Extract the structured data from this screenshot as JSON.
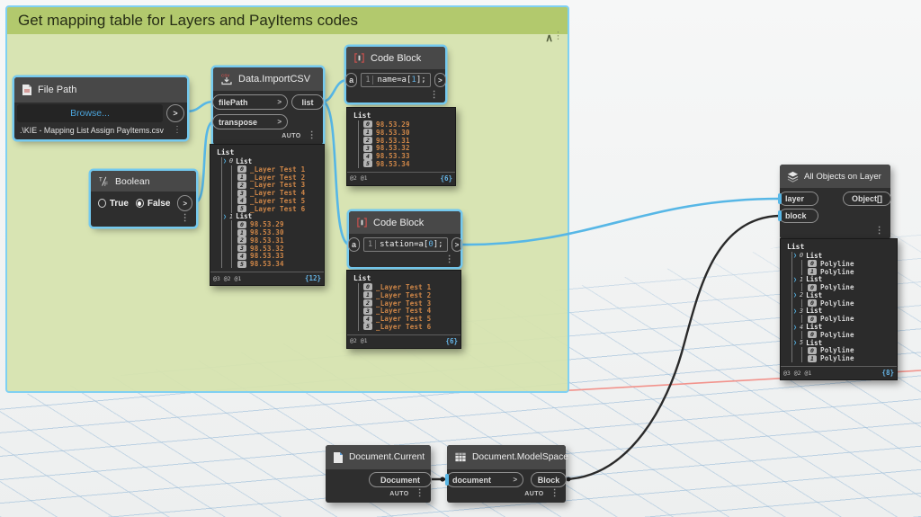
{
  "ui": {
    "arrow": ">",
    "dots": "⋮",
    "collapse": "∧",
    "chevron": "❯"
  },
  "group": {
    "title": "Get mapping table for Layers and PayItems codes"
  },
  "nodes": {
    "file_path": {
      "title": "File Path",
      "browse_label": "Browse...",
      "path_value": ".\\KIE - Mapping List Assign PayItems.csv"
    },
    "boolean": {
      "title": "Boolean",
      "true_label": "True",
      "false_label": "False",
      "selected": "False"
    },
    "import_csv": {
      "title": "Data.ImportCSV",
      "inputs": [
        "filePath",
        "transpose"
      ],
      "output": "list",
      "lacing": "AUTO"
    },
    "code_block_1": {
      "title": "Code Block",
      "input": "a",
      "line_no": "1",
      "code_pre": "name=a[",
      "code_index": "1",
      "code_post": "];"
    },
    "code_block_2": {
      "title": "Code Block",
      "input": "a",
      "line_no": "1",
      "code_pre": "station=a[",
      "code_index": "0",
      "code_post": "];"
    },
    "all_objects": {
      "title": "All Objects on Layer",
      "inputs": [
        "layer",
        "block"
      ],
      "output": "Object[]"
    },
    "doc_current": {
      "title": "Document.Current",
      "output": "Document",
      "lacing": "AUTO"
    },
    "model_space": {
      "title": "Document.ModelSpace",
      "input": "document",
      "output": "Block",
      "lacing": "AUTO"
    }
  },
  "watches": {
    "w1": {
      "root": "List",
      "levels": "@2 @1",
      "count": "{6}",
      "rows": [
        {
          "k": "item",
          "d": 1,
          "i": "0",
          "v": "98.53.29",
          "c": "str"
        },
        {
          "k": "item",
          "d": 1,
          "i": "1",
          "v": "98.53.30",
          "c": "str"
        },
        {
          "k": "item",
          "d": 1,
          "i": "2",
          "v": "98.53.31",
          "c": "str"
        },
        {
          "k": "item",
          "d": 1,
          "i": "3",
          "v": "98.53.32",
          "c": "str"
        },
        {
          "k": "item",
          "d": 1,
          "i": "4",
          "v": "98.53.33",
          "c": "str"
        },
        {
          "k": "item",
          "d": 1,
          "i": "5",
          "v": "98.53.34",
          "c": "str"
        }
      ]
    },
    "w2": {
      "root": "List",
      "levels": "@3 @2 @1",
      "count": "{12}",
      "rows": [
        {
          "k": "sub",
          "d": 1,
          "i": "0",
          "v": "List"
        },
        {
          "k": "item",
          "d": 2,
          "i": "0",
          "v": "_Layer Test 1",
          "c": "str"
        },
        {
          "k": "item",
          "d": 2,
          "i": "1",
          "v": "_Layer Test 2",
          "c": "str"
        },
        {
          "k": "item",
          "d": 2,
          "i": "2",
          "v": "_Layer Test 3",
          "c": "str"
        },
        {
          "k": "item",
          "d": 2,
          "i": "3",
          "v": "_Layer Test 4",
          "c": "str"
        },
        {
          "k": "item",
          "d": 2,
          "i": "4",
          "v": "_Layer Test 5",
          "c": "str"
        },
        {
          "k": "item",
          "d": 2,
          "i": "5",
          "v": "_Layer Test 6",
          "c": "str"
        },
        {
          "k": "sub",
          "d": 1,
          "i": "1",
          "v": "List"
        },
        {
          "k": "item",
          "d": 2,
          "i": "0",
          "v": "98.53.29",
          "c": "str"
        },
        {
          "k": "item",
          "d": 2,
          "i": "1",
          "v": "98.53.30",
          "c": "str"
        },
        {
          "k": "item",
          "d": 2,
          "i": "2",
          "v": "98.53.31",
          "c": "str"
        },
        {
          "k": "item",
          "d": 2,
          "i": "3",
          "v": "98.53.32",
          "c": "str"
        },
        {
          "k": "item",
          "d": 2,
          "i": "4",
          "v": "98.53.33",
          "c": "str"
        },
        {
          "k": "item",
          "d": 2,
          "i": "5",
          "v": "98.53.34",
          "c": "str"
        }
      ]
    },
    "w3": {
      "root": "List",
      "levels": "@2 @1",
      "count": "{6}",
      "rows": [
        {
          "k": "item",
          "d": 1,
          "i": "0",
          "v": "_Layer Test 1",
          "c": "str"
        },
        {
          "k": "item",
          "d": 1,
          "i": "1",
          "v": "_Layer Test 2",
          "c": "str"
        },
        {
          "k": "item",
          "d": 1,
          "i": "2",
          "v": "_Layer Test 3",
          "c": "str"
        },
        {
          "k": "item",
          "d": 1,
          "i": "3",
          "v": "_Layer Test 4",
          "c": "str"
        },
        {
          "k": "item",
          "d": 1,
          "i": "4",
          "v": "_Layer Test 5",
          "c": "str"
        },
        {
          "k": "item",
          "d": 1,
          "i": "5",
          "v": "_Layer Test 6",
          "c": "str"
        }
      ]
    },
    "w4": {
      "root": "List",
      "levels": "@3 @2 @1",
      "count": "{8}",
      "rows": [
        {
          "k": "sub",
          "d": 1,
          "i": "0",
          "v": "List"
        },
        {
          "k": "item",
          "d": 2,
          "i": "0",
          "v": "Polyline",
          "c": "obj"
        },
        {
          "k": "item",
          "d": 2,
          "i": "1",
          "v": "Polyline",
          "c": "obj"
        },
        {
          "k": "sub",
          "d": 1,
          "i": "1",
          "v": "List"
        },
        {
          "k": "item",
          "d": 2,
          "i": "0",
          "v": "Polyline",
          "c": "obj"
        },
        {
          "k": "sub",
          "d": 1,
          "i": "2",
          "v": "List"
        },
        {
          "k": "item",
          "d": 2,
          "i": "0",
          "v": "Polyline",
          "c": "obj"
        },
        {
          "k": "sub",
          "d": 1,
          "i": "3",
          "v": "List"
        },
        {
          "k": "item",
          "d": 2,
          "i": "0",
          "v": "Polyline",
          "c": "obj"
        },
        {
          "k": "sub",
          "d": 1,
          "i": "4",
          "v": "List"
        },
        {
          "k": "item",
          "d": 2,
          "i": "0",
          "v": "Polyline",
          "c": "obj"
        },
        {
          "k": "sub",
          "d": 1,
          "i": "5",
          "v": "List"
        },
        {
          "k": "item",
          "d": 2,
          "i": "0",
          "v": "Polyline",
          "c": "obj"
        },
        {
          "k": "item",
          "d": 2,
          "i": "1",
          "v": "Polyline",
          "c": "obj"
        }
      ]
    }
  }
}
